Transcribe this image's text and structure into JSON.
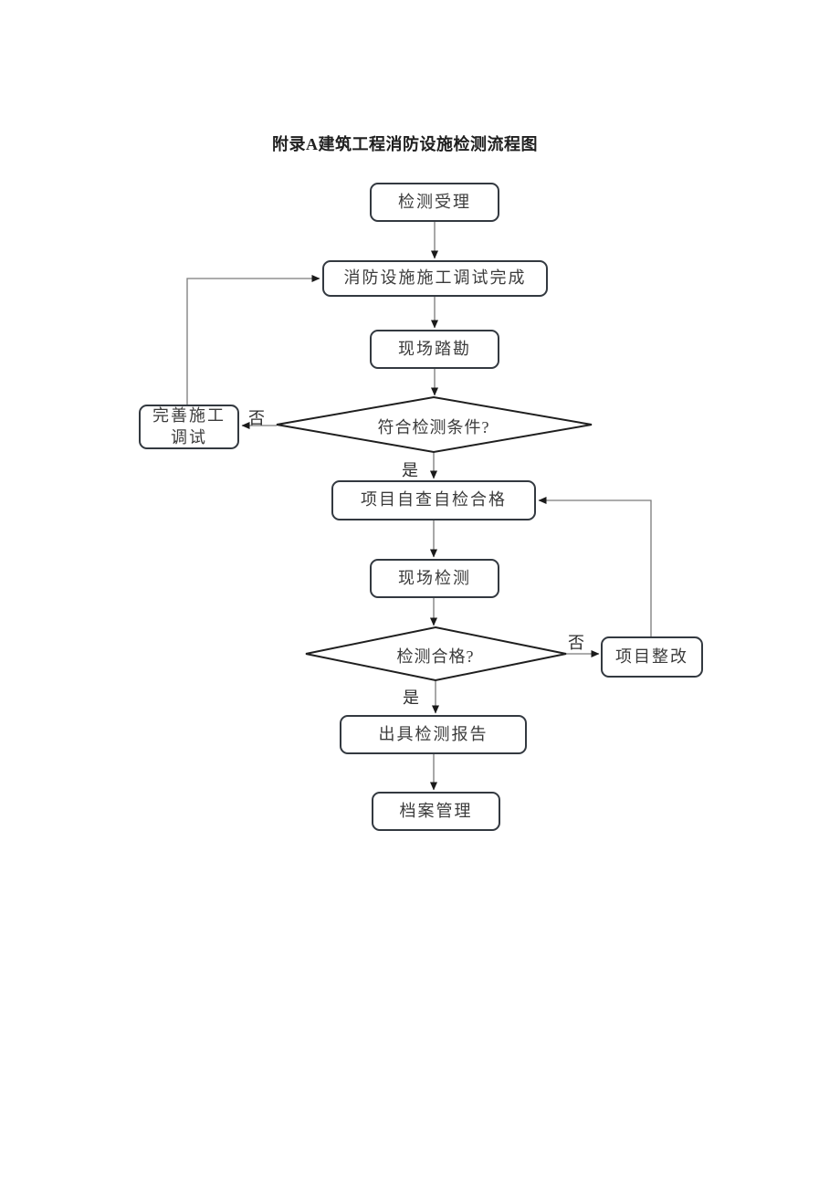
{
  "title": "附录A建筑工程消防设施检测流程图",
  "flowchart": {
    "nodes": [
      {
        "id": "inspection-acceptance",
        "label": "检测受理"
      },
      {
        "id": "fire-facility-debug-complete",
        "label": "消防设施施工调试完成"
      },
      {
        "id": "site-survey",
        "label": "现场踏勘"
      },
      {
        "id": "improve-construction-debug",
        "label": "完善施工调试"
      },
      {
        "id": "project-self-check-qualified",
        "label": "项目自查自检合格"
      },
      {
        "id": "onsite-inspection",
        "label": "现场检测"
      },
      {
        "id": "project-rectification",
        "label": "项目整改"
      },
      {
        "id": "issue-inspection-report",
        "label": "出具检测报告"
      },
      {
        "id": "archive-management",
        "label": "档案管理"
      }
    ],
    "decisions": [
      {
        "id": "meets-inspection-conditions",
        "label": "符合检测条件?"
      },
      {
        "id": "inspection-passed",
        "label": "检测合格?"
      }
    ],
    "edge_labels": {
      "yes": "是",
      "no": "否"
    }
  },
  "colors": {
    "page_background": "#ffffff",
    "node_border": "#333940",
    "node_fill": "#ffffff",
    "diamond_stroke": "#1f1f1f",
    "text": "#3b3b3b",
    "connector": "#7a7a7a",
    "arrowhead": "#1a1a1a"
  }
}
